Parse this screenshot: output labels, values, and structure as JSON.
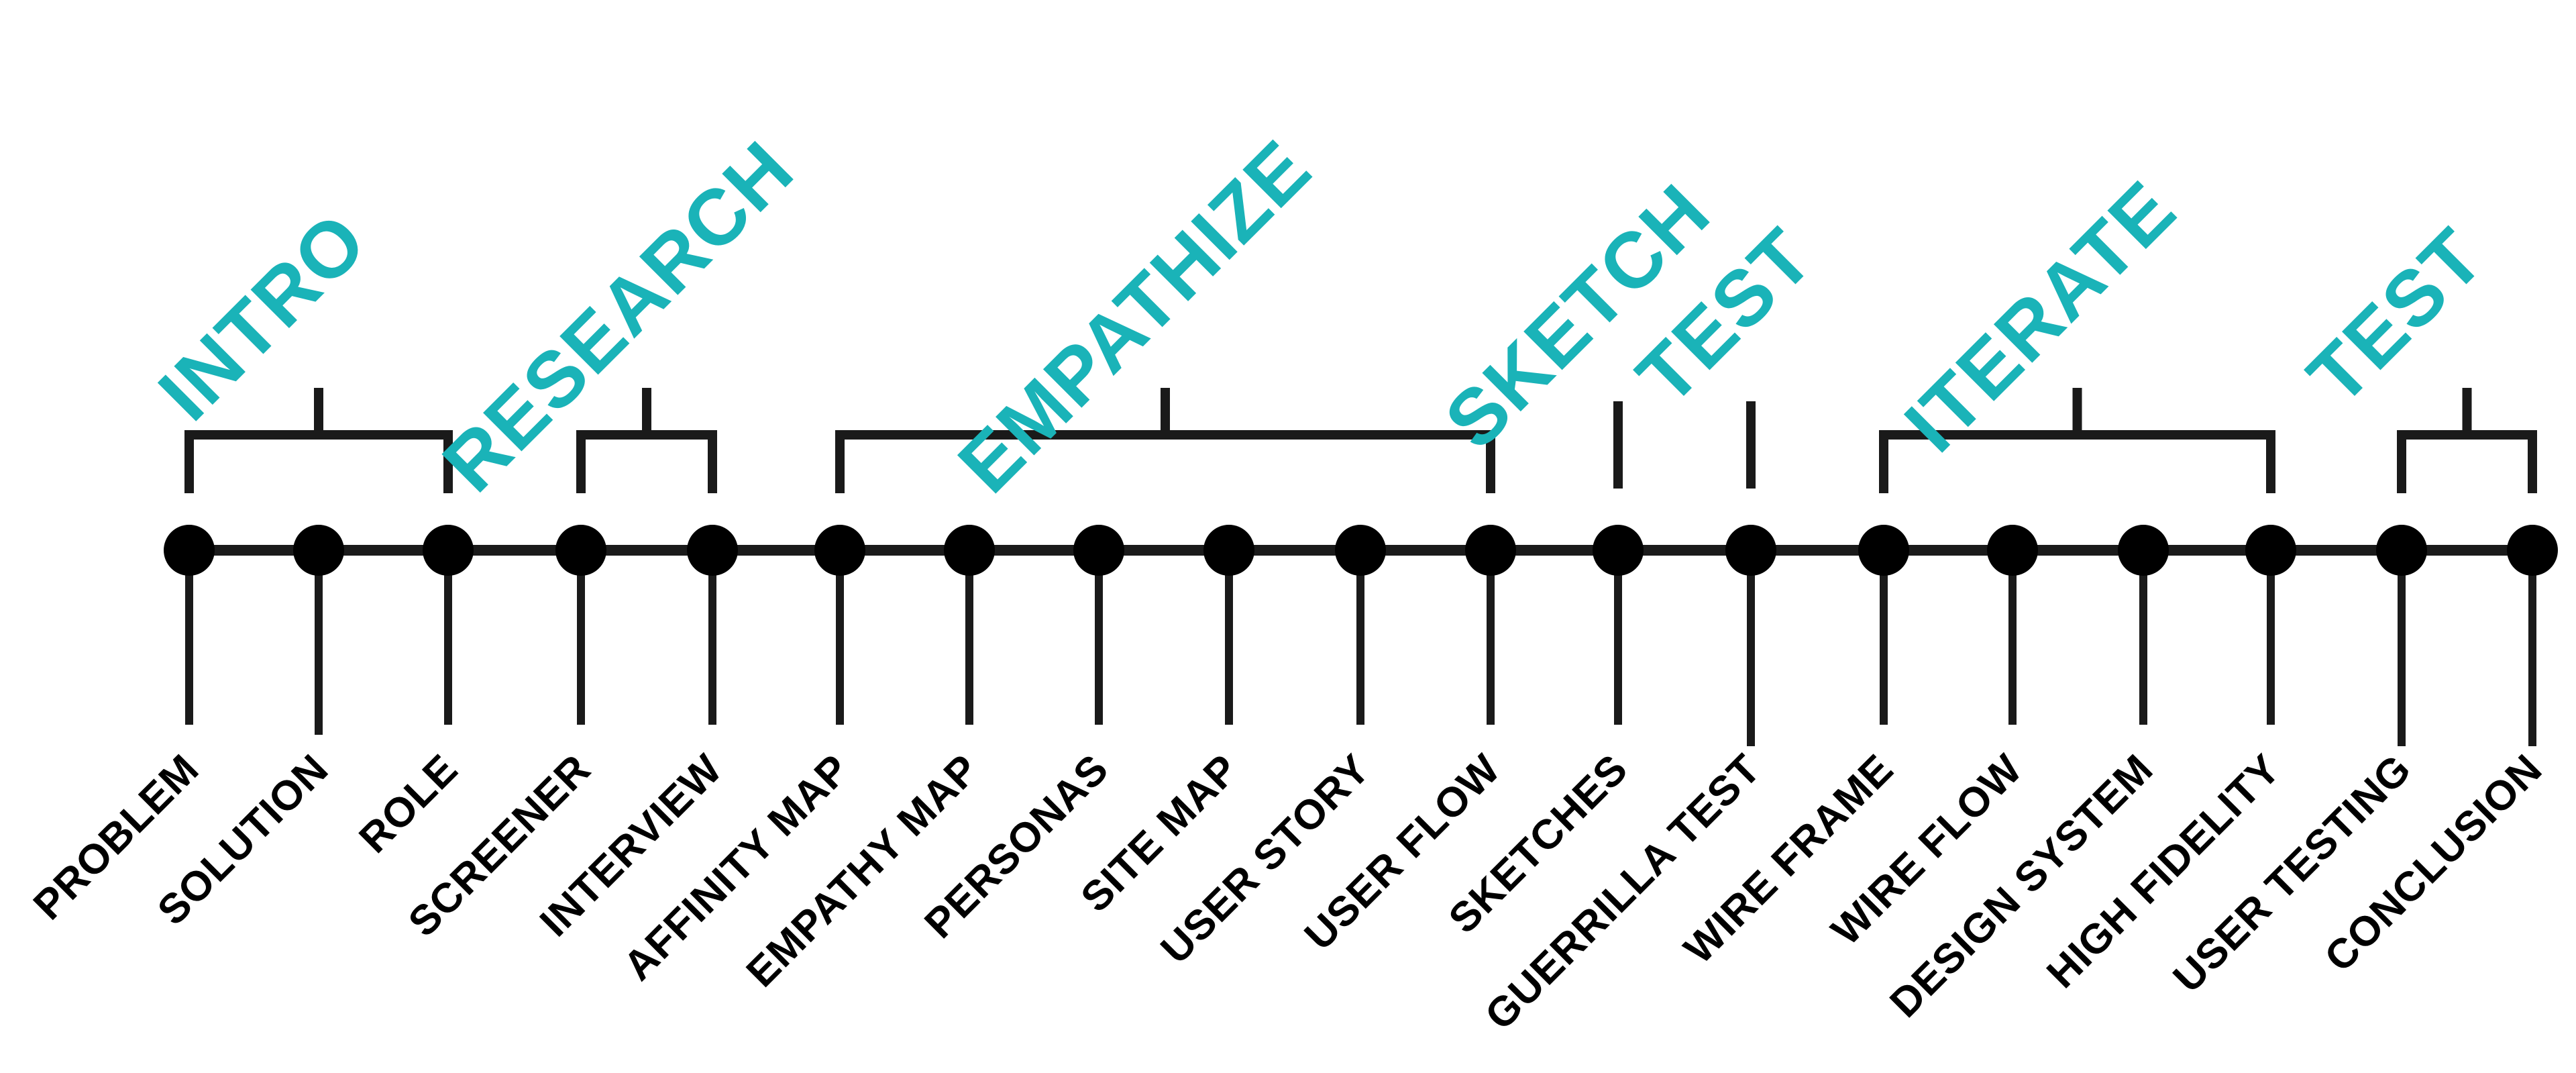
{
  "colors": {
    "phase": "#1ab3b8",
    "line": "#1a1a1a",
    "text": "#000000"
  },
  "phases": [
    {
      "label": "INTRO"
    },
    {
      "label": "RESEARCH"
    },
    {
      "label": "EMPATHIZE"
    },
    {
      "label": "SKETCH"
    },
    {
      "label": "TEST"
    },
    {
      "label": "ITERATE"
    },
    {
      "label": "TEST"
    }
  ],
  "steps": [
    {
      "label": "PROBLEM"
    },
    {
      "label": "SOLUTION"
    },
    {
      "label": "ROLE"
    },
    {
      "label": "SCREENER"
    },
    {
      "label": "INTERVIEW"
    },
    {
      "label": "AFFINITY MAP"
    },
    {
      "label": "EMPATHY MAP"
    },
    {
      "label": "PERSONAS"
    },
    {
      "label": "SITE MAP"
    },
    {
      "label": "USER STORY"
    },
    {
      "label": "USER FLOW"
    },
    {
      "label": "SKETCHES"
    },
    {
      "label": "GUERRILLA TEST"
    },
    {
      "label": "WIRE FRAME"
    },
    {
      "label": "WIRE FLOW"
    },
    {
      "label": "DESIGN SYSTEM"
    },
    {
      "label": "HIGH FIDELITY"
    },
    {
      "label": "USER TESTING"
    },
    {
      "label": "CONCLUSION"
    }
  ]
}
